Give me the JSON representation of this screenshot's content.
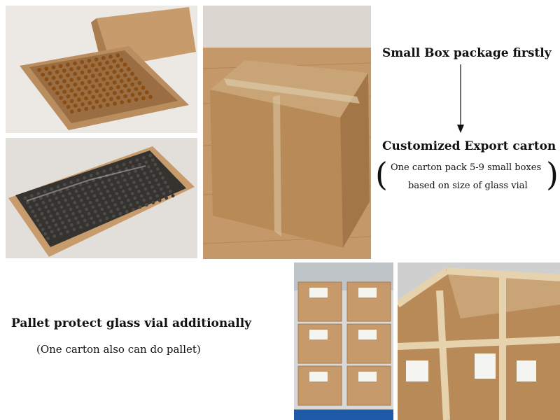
{
  "steps": {
    "small_box": "Small Box package firstly",
    "export_carton": "Customized Export carton",
    "export_note_line1": "One carton pack 5-9 small boxes",
    "export_note_line2": "based on size of glass vial",
    "pallet_title": "Pallet protect glass vial additionally",
    "pallet_note": "(One carton also can do pallet)"
  },
  "brackets": {
    "left": "(",
    "right": ")"
  },
  "colors": {
    "cardboard": "#c69a6b",
    "cardboard_dark": "#a77a4b",
    "amber_vial": "#8a4d14",
    "black_vial": "#1c1a18",
    "wood_floor": "#c49868",
    "tape": "#d8c4a0",
    "pallet_wood": "#e6d3ae"
  }
}
